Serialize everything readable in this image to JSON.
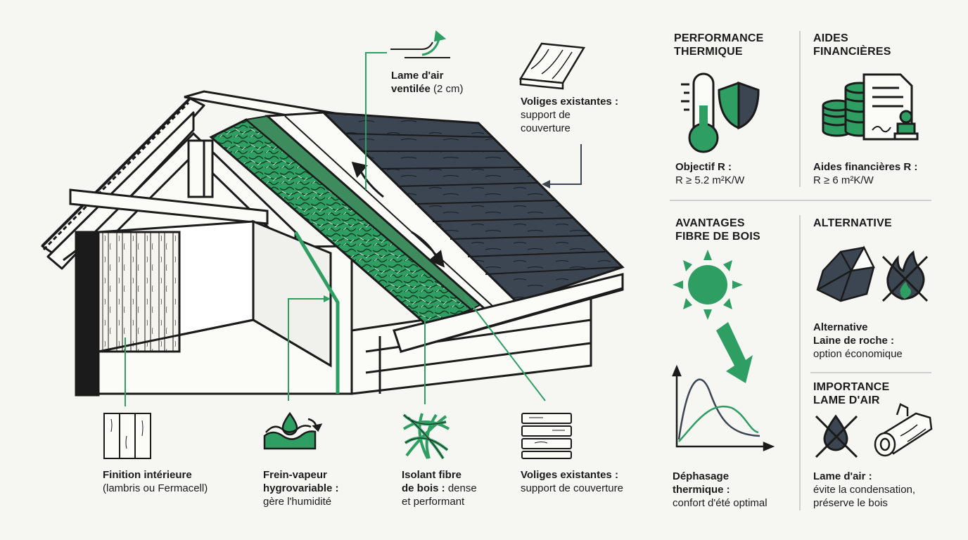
{
  "colors": {
    "green": "#2f9e62",
    "slate": "#3c4652",
    "ink": "#1b1b1b",
    "bg": "#f6f6f3"
  },
  "diagram": {
    "air_gap": {
      "title": "Lame d'air",
      "title2": "ventilée",
      "detail": " (2 cm)"
    },
    "voliges_top": {
      "title": "Voliges existantes :",
      "line1": "support de",
      "line2": "couverture"
    },
    "finition": {
      "title": "Finition intérieure",
      "detail": "(lambris ou Fermacell)"
    },
    "frein_vapeur": {
      "title1": "Frein-vapeur",
      "title2": "hygrovariable :",
      "detail": "gère l'humidité"
    },
    "isolant": {
      "title1": "Isolant fibre",
      "title2": "de bois :",
      "detail2": " dense",
      "detail3": "et performant"
    },
    "voliges_bottom": {
      "title": "Voliges existantes :",
      "detail": "support de couverture"
    }
  },
  "panels": {
    "performance": {
      "heading1": "PERFORMANCE",
      "heading2": "THERMIQUE",
      "label": "Objectif R :",
      "value": "R ≥ 5.2 m²K/W",
      "icons": [
        "thermometer-icon",
        "shield-icon"
      ]
    },
    "aides": {
      "heading1": "AIDES",
      "heading2": "FINANCIÈRES",
      "label": "Aides financières R :",
      "value": "R ≥ 6 m²K/W",
      "icons": [
        "coins-icon",
        "document-stamp-icon"
      ]
    },
    "avantages": {
      "heading1": "AVANTAGES",
      "heading2": "FIBRE DE BOIS",
      "label1": "Déphasage",
      "label2": "thermique :",
      "value": "confort d'été optimal",
      "icons": [
        "sun-icon",
        "arrow-down-icon",
        "phase-curve-icon"
      ]
    },
    "alternative": {
      "heading": "ALTERNATIVE",
      "label1": "Alternative",
      "label2": "Laine de roche :",
      "value": "option économique",
      "icons": [
        "rock-icon",
        "no-fire-icon"
      ]
    },
    "importance": {
      "heading1": "IMPORTANCE",
      "heading2": "LAME D'AIR",
      "label": "Lame d'air :",
      "value1": "évite la condensation,",
      "value2": "préserve le bois",
      "icons": [
        "no-water-drop-icon",
        "wood-log-icon"
      ]
    }
  }
}
